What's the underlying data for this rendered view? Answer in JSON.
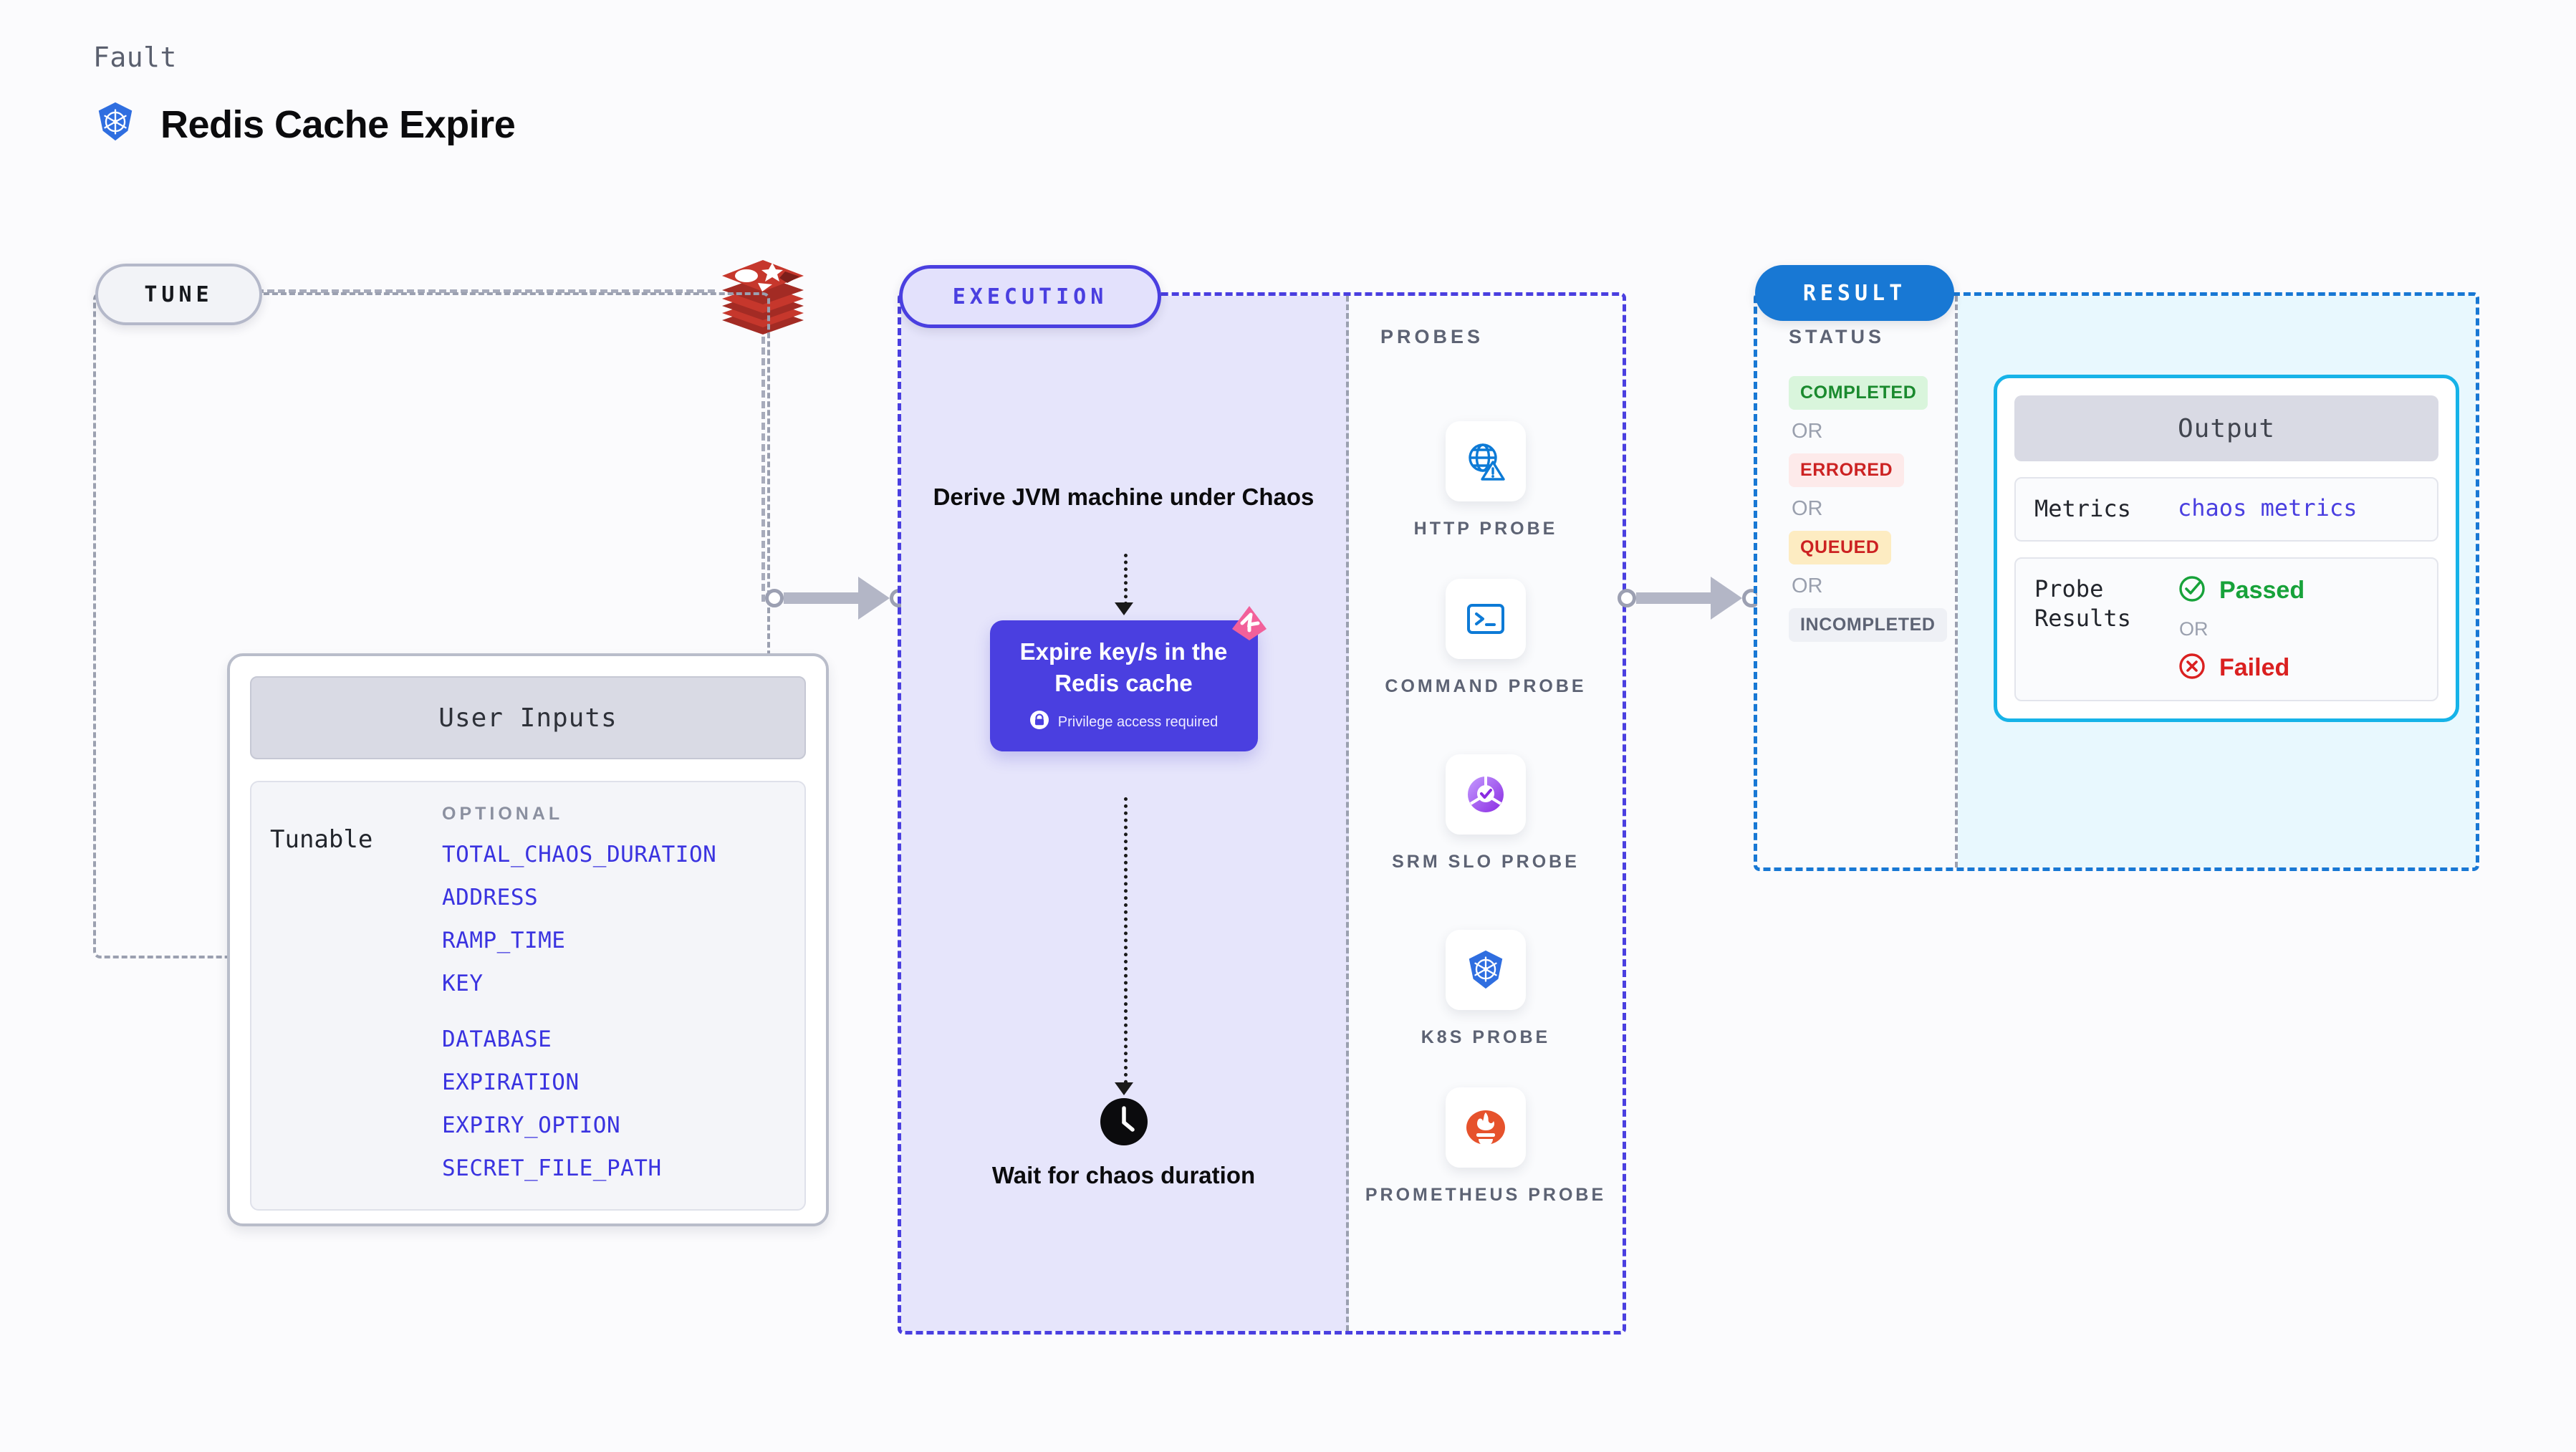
{
  "header": {
    "eyebrow": "Fault",
    "title": "Redis Cache Expire",
    "icon": "kubernetes-icon"
  },
  "tune": {
    "badge": "TUNE",
    "target_icon": "redis-logo",
    "card_header": "User Inputs",
    "tunable_label": "Tunable",
    "optional_label": "OPTIONAL",
    "params": [
      "TOTAL_CHAOS_DURATION",
      "ADDRESS",
      "RAMP_TIME",
      "KEY",
      "DATABASE",
      "EXPIRATION",
      "EXPIRY_OPTION",
      "SECRET_FILE_PATH"
    ]
  },
  "execution": {
    "badge": "EXECUTION",
    "step_derive": "Derive JVM machine under Chaos",
    "card_title": "Expire key/s in the Redis cache",
    "card_note": "Privilege access required",
    "card_note_icon": "lock-icon",
    "card_ribbon_icon": "chaos-ribbon-icon",
    "step_wait": "Wait for chaos duration",
    "step_wait_icon": "clock-icon"
  },
  "probes": {
    "title": "PROBES",
    "items": [
      {
        "label": "HTTP PROBE",
        "icon": "globe-warning-icon"
      },
      {
        "label": "COMMAND PROBE",
        "icon": "terminal-icon"
      },
      {
        "label": "SRM SLO PROBE",
        "icon": "slo-gauge-check-icon"
      },
      {
        "label": "K8S PROBE",
        "icon": "kubernetes-icon"
      },
      {
        "label": "PROMETHEUS PROBE",
        "icon": "prometheus-flame-icon"
      }
    ]
  },
  "result": {
    "badge": "RESULT",
    "status_title": "STATUS",
    "or": "OR",
    "statuses": [
      {
        "label": "COMPLETED",
        "color": "#1a8a2e",
        "bg": "#d9f5dc"
      },
      {
        "label": "ERRORED",
        "color": "#cc2222",
        "bg": "#fdeaea"
      },
      {
        "label": "QUEUED",
        "color": "#cc2222",
        "bg": "#fdecc2"
      },
      {
        "label": "INCOMPLETED",
        "color": "#5d6374",
        "bg": "#eef0f5"
      }
    ],
    "output": {
      "header": "Output",
      "metrics_key": "Metrics",
      "metrics_value": "chaos metrics",
      "probe_key": "Probe Results",
      "passed": "Passed",
      "passed_icon": "check-circle-icon",
      "failed": "Failed",
      "failed_icon": "x-circle-icon",
      "or": "OR"
    }
  },
  "colors": {
    "background": "#fbfbfd",
    "tune_border": "#9ba0b0",
    "execution": "#4a3fe0",
    "execution_fill": "#e6e5fb",
    "result": "#1878d4",
    "result_fill": "#e8f8fe",
    "output_border": "#16b3e8",
    "param_text": "#3a33e0",
    "ribbon": "#f2609a"
  }
}
